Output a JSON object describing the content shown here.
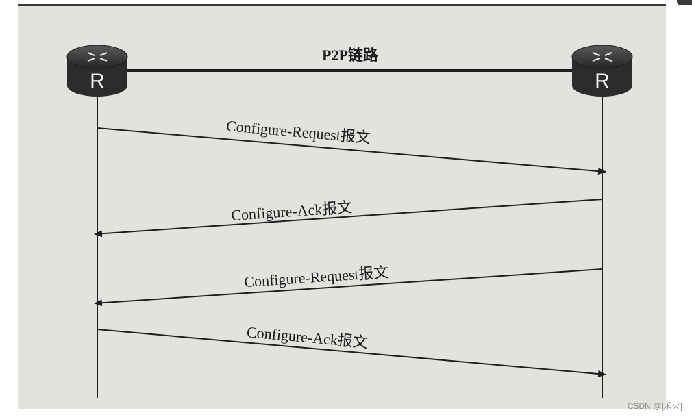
{
  "diagram": {
    "link_label": "P2P链路",
    "left_router": {
      "letter": "R"
    },
    "right_router": {
      "letter": "R"
    },
    "messages": [
      {
        "label": "Configure-Request报文",
        "direction": "left-to-right"
      },
      {
        "label": "Configure-Ack报文",
        "direction": "right-to-left"
      },
      {
        "label": "Configure-Request报文",
        "direction": "right-to-left"
      },
      {
        "label": "Configure-Ack报文",
        "direction": "left-to-right"
      }
    ]
  },
  "watermark": "CSDN @[禾火]",
  "colors": {
    "background": "#e2e2df",
    "router_body": "#2f2f2f",
    "line": "#1e1e1e"
  }
}
